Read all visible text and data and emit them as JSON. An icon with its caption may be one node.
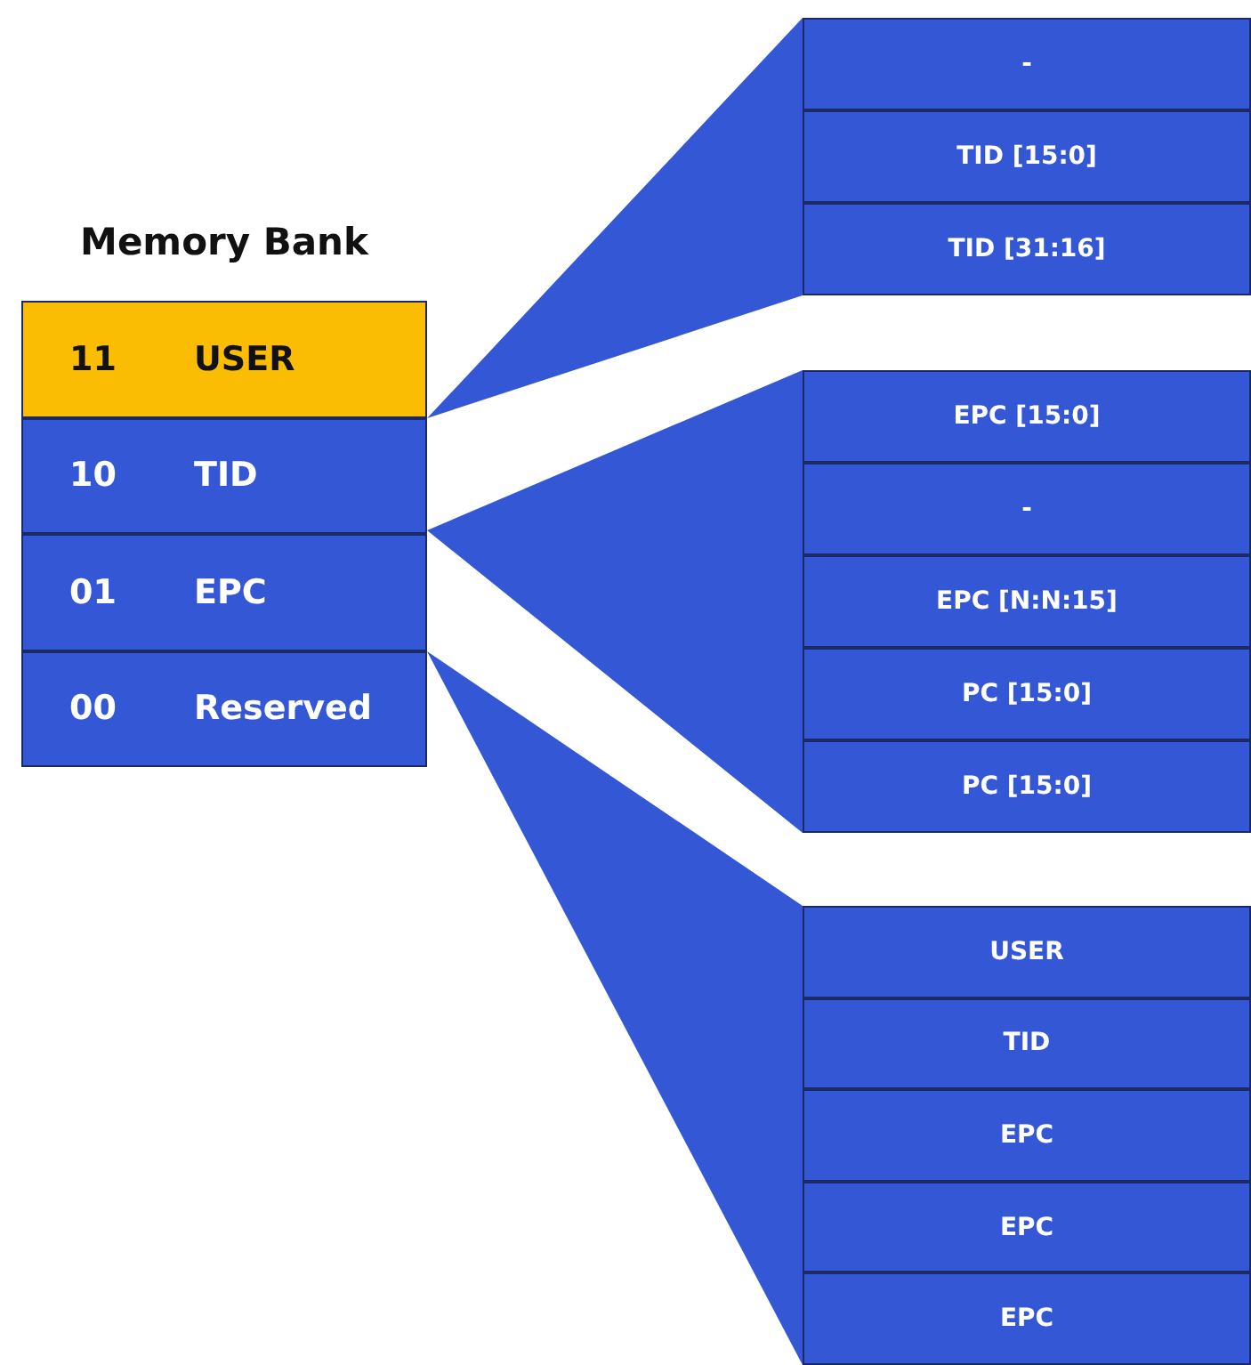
{
  "diagram": {
    "nodes": [
      {
        "text": [
          "Memory Bank"
        ]
      },
      {
        "text": [
          "11",
          "USER"
        ],
        "in": 0
      },
      {
        "text": [
          "10",
          "TID"
        ],
        "in": 0
      },
      {
        "text": [
          "01",
          "EPC"
        ],
        "in": 0
      },
      {
        "text": [
          "00",
          "Reserved"
        ],
        "in": 0
      },
      {
        "text": [
          "-"
        ]
      },
      {
        "text": [
          "TID [15:0]"
        ]
      },
      {
        "text": [
          "TID [31:16]"
        ]
      },
      {
        "text": [
          "EPC [15:0]"
        ]
      },
      {
        "text": [
          "-"
        ]
      },
      {
        "text": [
          "EPC [N:N:15]"
        ]
      },
      {
        "text": [
          "PC [15:0]"
        ]
      },
      {
        "text": [
          "PC [15:0]"
        ]
      },
      {
        "text": [
          "USER"
        ]
      },
      {
        "text": [
          "TID"
        ]
      },
      {
        "text": [
          "EPC"
        ]
      },
      {
        "text": [
          "EPC"
        ]
      },
      {
        "text": [
          "EPC"
        ]
      },
      {
        "text": [],
        "shape": "triangle"
      },
      {
        "text": [],
        "shape": "triangle"
      },
      {
        "text": [],
        "shape": "triangle"
      }
    ]
  }
}
